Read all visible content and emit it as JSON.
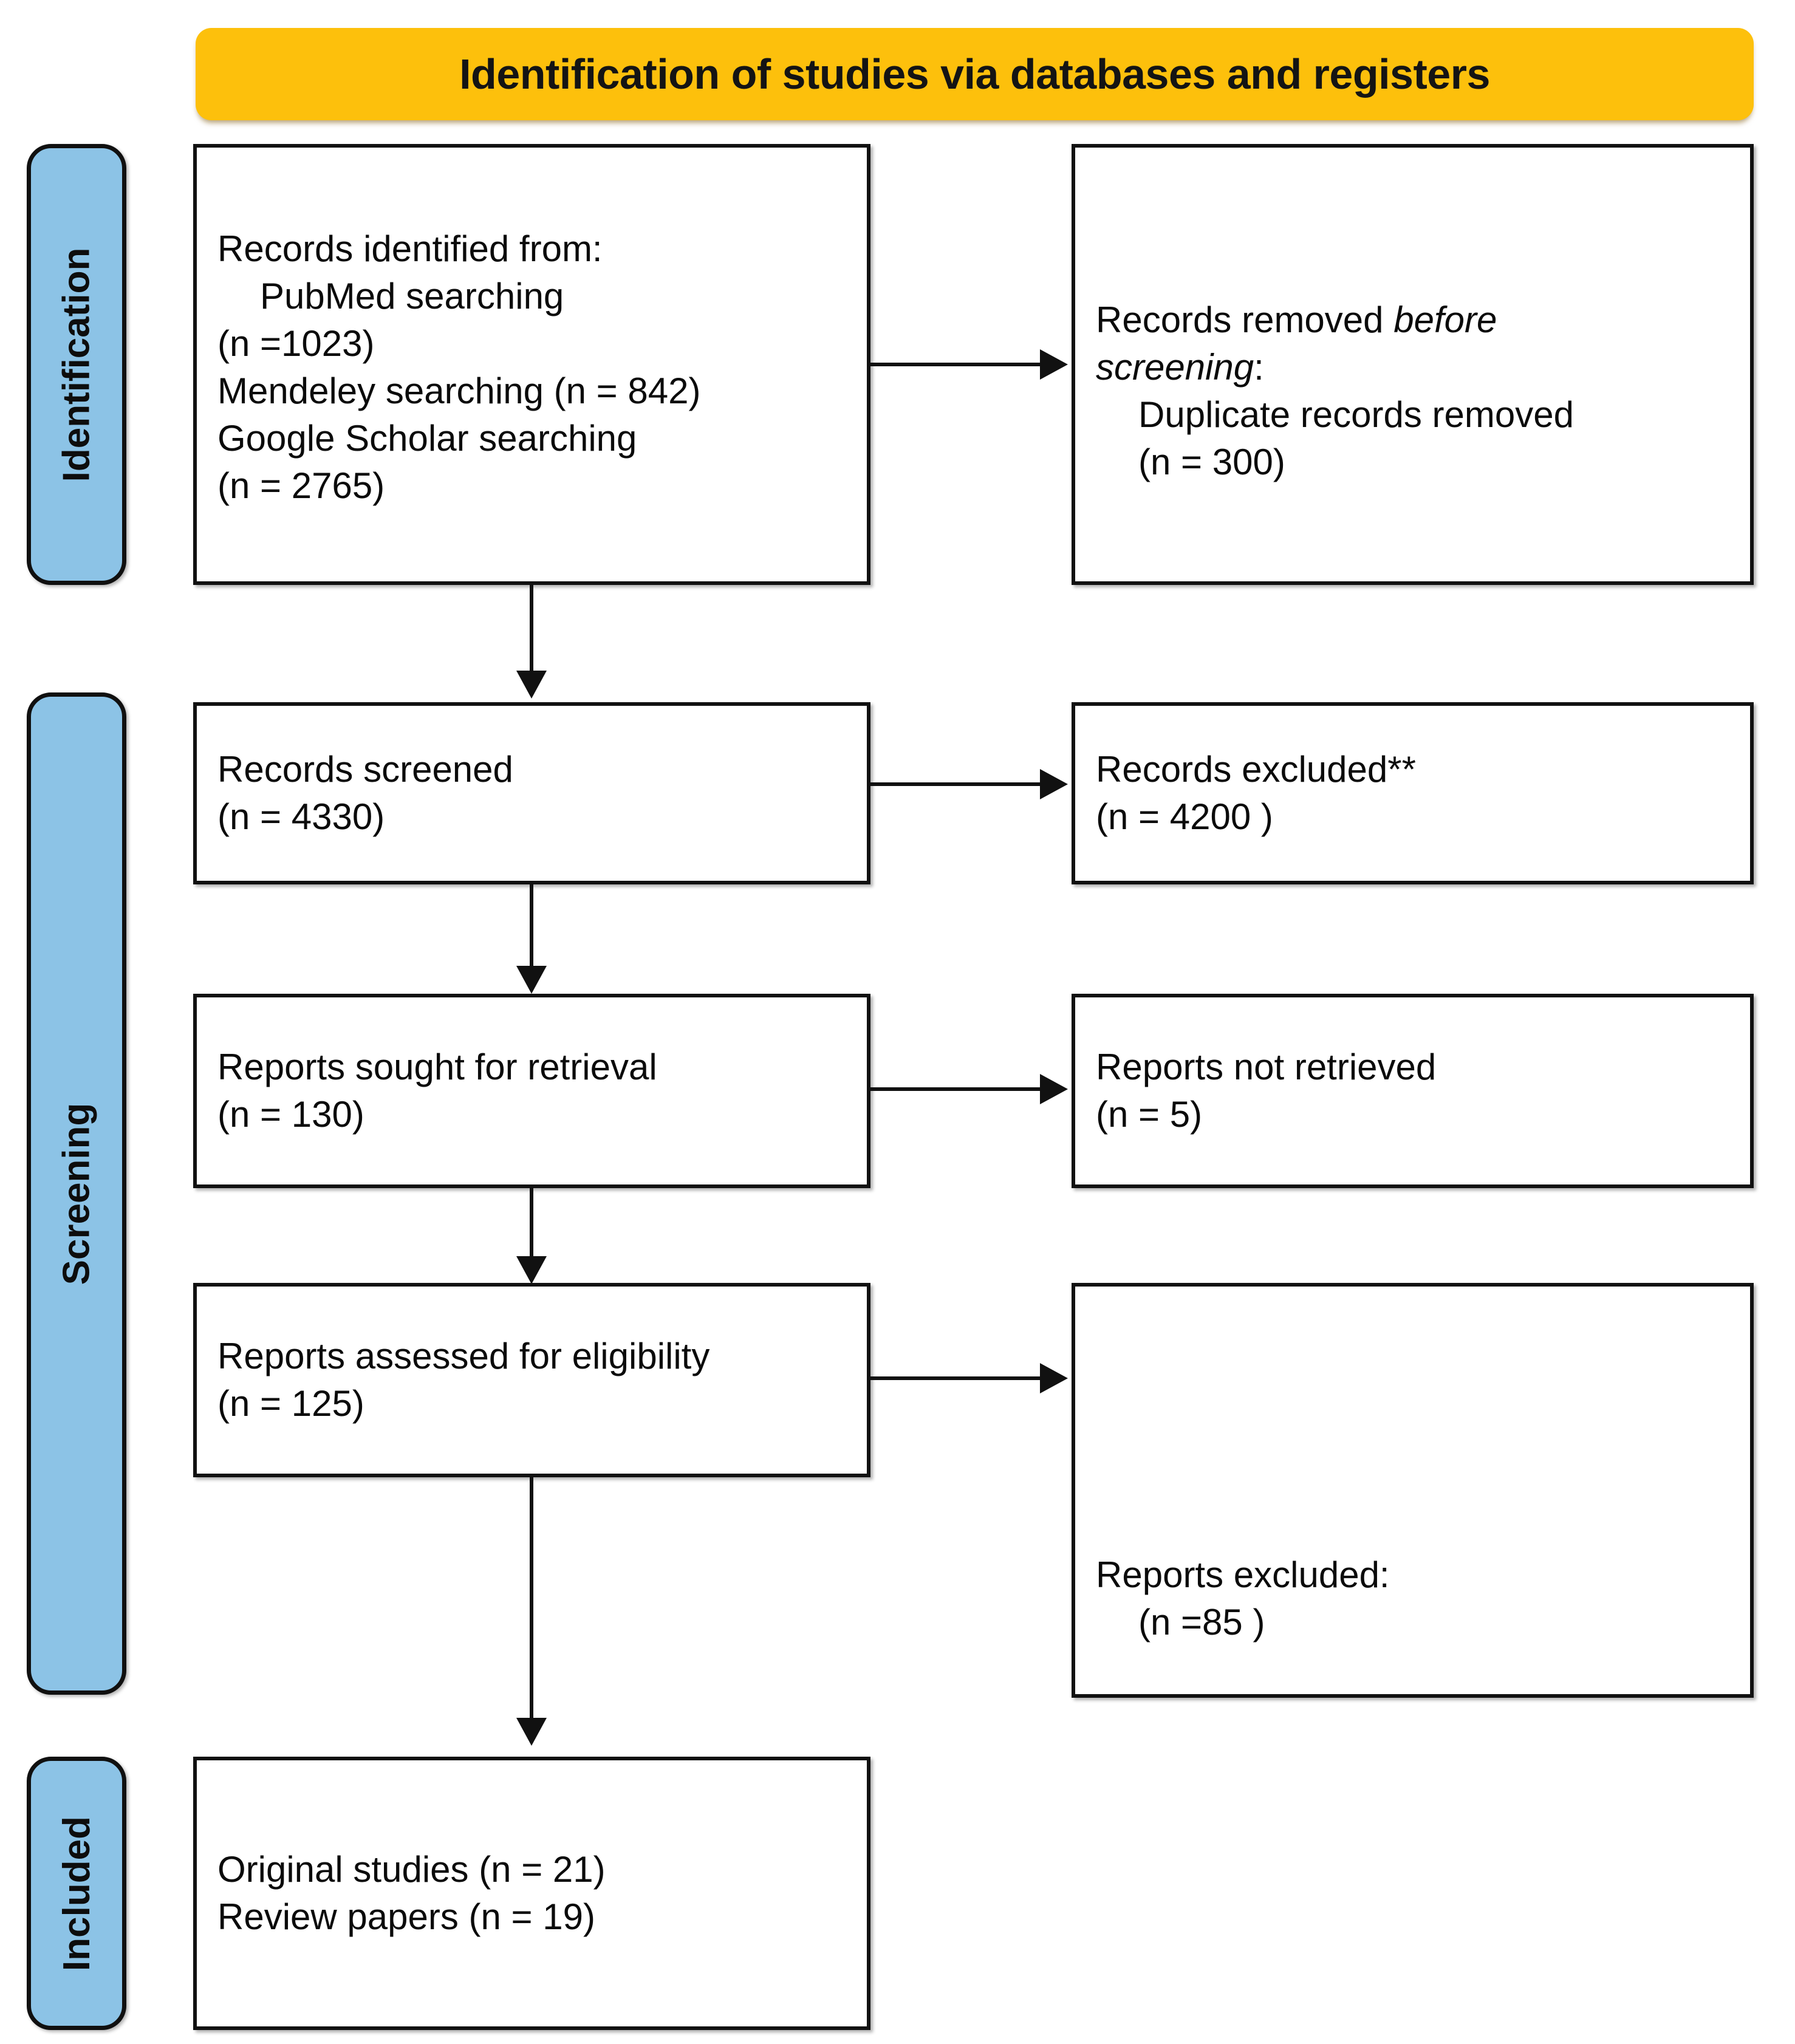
{
  "title": {
    "text": "Identification of studies via databases and registers",
    "bg_color": "#FDC00C"
  },
  "stages": {
    "identification": "Identification",
    "screening": "Screening",
    "included": "Included",
    "pill_color": "#8CC3E6"
  },
  "boxes": {
    "records_identified": {
      "line1": "Records identified from:",
      "line2": "PubMed searching",
      "line3": "(n =1023)",
      "line4": "Mendeley searching (n = 842)",
      "line5": "Google Scholar searching",
      "line6": "(n = 2765)"
    },
    "records_removed": {
      "line1_plain": "Records removed ",
      "line1_italic": "before",
      "line2_italic": "screening",
      "line2_plain": ":",
      "line3": "Duplicate records removed",
      "line4": "(n = 300)"
    },
    "records_screened": {
      "line1": "Records screened",
      "line2": "(n = 4330)"
    },
    "records_excluded": {
      "line1": "Records excluded**",
      "line2": "(n = 4200 )"
    },
    "reports_sought": {
      "line1": "Reports sought for retrieval",
      "line2": "(n = 130)"
    },
    "reports_not_retrieved": {
      "line1": "Reports not retrieved",
      "line2": "(n = 5)"
    },
    "reports_assessed": {
      "line1": "Reports assessed for eligibility",
      "line2": "(n = 125)"
    },
    "reports_excluded": {
      "line1": "Reports excluded:",
      "line2": "(n =85 )"
    },
    "studies_included": {
      "line1": "Original studies (n = 21)",
      "line2": "Review papers (n = 19)"
    }
  },
  "chart_data": {
    "type": "diagram",
    "title": "Identification of studies via databases and registers",
    "nodes": [
      {
        "id": "records_identified",
        "stage": "Identification",
        "column": "left",
        "label": "Records identified from: PubMed searching (n =1023); Mendeley searching (n = 842); Google Scholar searching (n = 2765)",
        "counts": {
          "PubMed": 1023,
          "Mendeley": 842,
          "Google Scholar": 2765
        }
      },
      {
        "id": "records_removed",
        "stage": "Identification",
        "column": "right",
        "label": "Records removed before screening: Duplicate records removed (n = 300)",
        "counts": {
          "duplicates_removed": 300
        }
      },
      {
        "id": "records_screened",
        "stage": "Screening",
        "column": "left",
        "label": "Records screened (n = 4330)",
        "counts": {
          "n": 4330
        }
      },
      {
        "id": "records_excluded",
        "stage": "Screening",
        "column": "right",
        "label": "Records excluded** (n = 4200 )",
        "counts": {
          "n": 4200
        }
      },
      {
        "id": "reports_sought",
        "stage": "Screening",
        "column": "left",
        "label": "Reports sought for retrieval (n = 130)",
        "counts": {
          "n": 130
        }
      },
      {
        "id": "reports_not_retrieved",
        "stage": "Screening",
        "column": "right",
        "label": "Reports not retrieved (n = 5)",
        "counts": {
          "n": 5
        }
      },
      {
        "id": "reports_assessed",
        "stage": "Screening",
        "column": "left",
        "label": "Reports assessed for eligibility (n = 125)",
        "counts": {
          "n": 125
        }
      },
      {
        "id": "reports_excluded",
        "stage": "Screening",
        "column": "right",
        "label": "Reports excluded: (n =85 )",
        "counts": {
          "n": 85
        }
      },
      {
        "id": "studies_included",
        "stage": "Included",
        "column": "left",
        "label": "Original studies (n = 21); Review papers (n = 19)",
        "counts": {
          "original_studies": 21,
          "review_papers": 19
        }
      }
    ],
    "edges": [
      {
        "from": "records_identified",
        "to": "records_removed",
        "direction": "right"
      },
      {
        "from": "records_identified",
        "to": "records_screened",
        "direction": "down"
      },
      {
        "from": "records_screened",
        "to": "records_excluded",
        "direction": "right"
      },
      {
        "from": "records_screened",
        "to": "reports_sought",
        "direction": "down"
      },
      {
        "from": "reports_sought",
        "to": "reports_not_retrieved",
        "direction": "right"
      },
      {
        "from": "reports_sought",
        "to": "reports_assessed",
        "direction": "down"
      },
      {
        "from": "reports_assessed",
        "to": "reports_excluded",
        "direction": "right"
      },
      {
        "from": "reports_assessed",
        "to": "studies_included",
        "direction": "down"
      }
    ]
  }
}
